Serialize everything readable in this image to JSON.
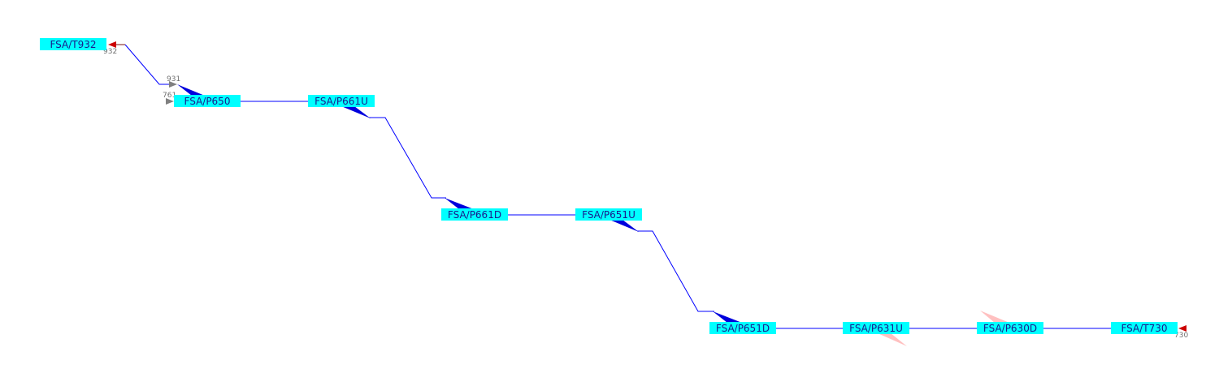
{
  "nodes": [
    {
      "id": "t932",
      "label": "FSA/T932"
    },
    {
      "id": "p650",
      "label": "FSA/P650"
    },
    {
      "id": "p661u",
      "label": "FSA/P661U"
    },
    {
      "id": "p661d",
      "label": "FSA/P661D"
    },
    {
      "id": "p651u",
      "label": "FSA/P651U"
    },
    {
      "id": "p651d",
      "label": "FSA/P651D"
    },
    {
      "id": "p631u",
      "label": "FSA/P631U"
    },
    {
      "id": "p630d",
      "label": "FSA/P630D"
    },
    {
      "id": "t730",
      "label": "FSA/T730"
    }
  ],
  "port_labels": {
    "t932_port": "932",
    "p650_in_upper": "931",
    "p650_in_lower": "761",
    "t730_port": "730"
  },
  "colors": {
    "node_fill": "#00ffff",
    "node_text": "#1a1a8c",
    "link": "#0000ff",
    "flow_wedge": "#0000dd",
    "faded_wedge": "#ffc0c0",
    "terminal_arrow": "#cc0000",
    "port_arrow": "#808080"
  },
  "icons": {
    "terminal": "red-arrow-left-icon",
    "port": "gray-arrow-right-icon",
    "flow": "flow-wedge-icon"
  }
}
